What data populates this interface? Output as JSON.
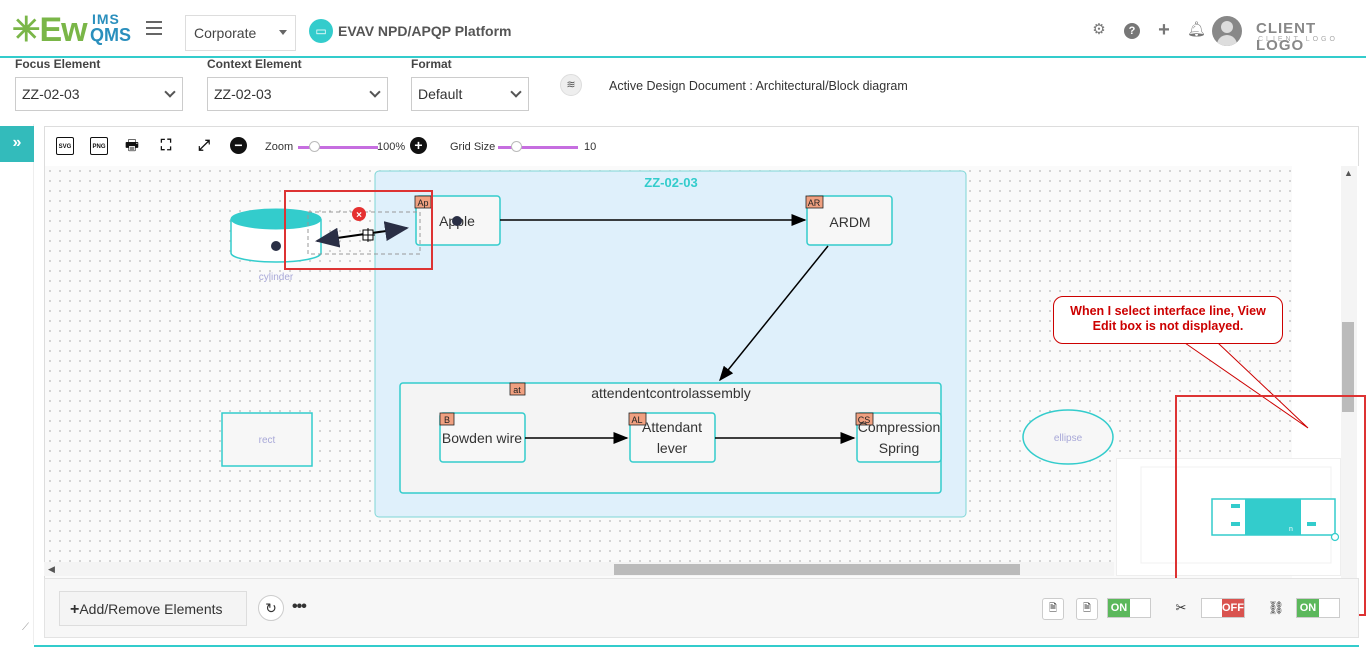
{
  "header": {
    "logo_ew": "Ew",
    "logo_ims": "IMS",
    "logo_qms": "QMS",
    "org_select": "Corporate",
    "platform_title": "EVAV NPD/APQP Platform",
    "client_logo": "CLIENT LOGO",
    "client_logo_sub": "CLIENT LOGO"
  },
  "filters": {
    "focus_label": "Focus Element",
    "focus_value": "ZZ-02-03",
    "context_label": "Context Element",
    "context_value": "ZZ-02-03",
    "format_label": "Format",
    "format_value": "Default",
    "active_doc": "Active Design Document : Architectural/Block diagram"
  },
  "toolbar": {
    "zoom_label": "Zoom",
    "zoom_value": "100%",
    "zoom_level": 100,
    "grid_label": "Grid Size",
    "grid_value": "10"
  },
  "diagram": {
    "container_title": "ZZ-02-03",
    "apple_label": "Apple",
    "apple_tag": "Ap",
    "ardm_label": "ARDM",
    "ardm_tag": "AR",
    "assembly_label": "attendentcontrolassembly",
    "assembly_tag": "at",
    "bowden_label": "Bowden wire",
    "bowden_tag": "B",
    "attendant_line1": "Attendant",
    "attendant_line2": "lever",
    "attendant_tag": "AL",
    "spring_line1": "Compression",
    "spring_line2": "Spring",
    "spring_tag": "CS",
    "cylinder_label": "cylinder",
    "rect_label": "rect",
    "ellipse_label": "ellipse",
    "minimap_small": "n"
  },
  "callout": {
    "line1": "When I select interface line, View",
    "line2": "Edit box is not displayed."
  },
  "footer": {
    "add_remove": "Add/Remove Elements",
    "toggle1": "ON",
    "toggle2": "OFF",
    "toggle3": "ON"
  },
  "colors": {
    "accent": "#33cccc",
    "callout_red": "#cc0000"
  }
}
